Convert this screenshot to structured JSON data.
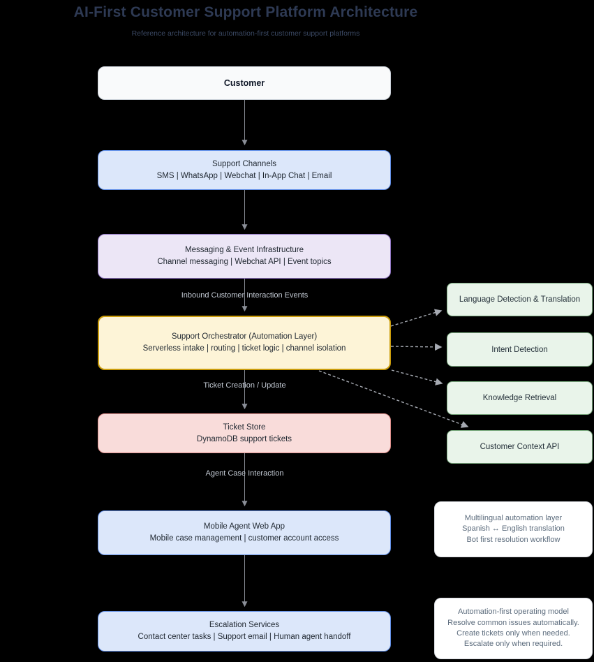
{
  "header": {
    "title": "AI-First Customer Support Platform Architecture",
    "subtitle": "Reference architecture for automation-first customer support platforms"
  },
  "flow_nodes": [
    {
      "id": "customer",
      "label": "Customer",
      "sublabel": "",
      "fill": "#f9fafb",
      "border": "#ccd2da"
    },
    {
      "id": "support-channels",
      "label": "Support Channels",
      "sublabel": "SMS | WhatsApp | Webchat | In-App Chat | Email",
      "fill": "#dce7fa",
      "border": "#6290e8"
    },
    {
      "id": "messaging-event-infrastructure",
      "label": "Messaging & Event Infrastructure",
      "sublabel": "Channel messaging | Webchat API | Event topics",
      "fill": "#ece6f6",
      "border": "#9377c6"
    },
    {
      "id": "support-orchestrator",
      "label": "Support Orchestrator (Automation Layer)",
      "sublabel": "Serverless intake | routing | ticket logic | channel isolation",
      "fill": "#fdf4d7",
      "border": "#cb9d0c"
    },
    {
      "id": "ticket-store",
      "label": "Ticket Store",
      "sublabel": "DynamoDB support tickets",
      "fill": "#f9dcda",
      "border": "#df8f8c"
    },
    {
      "id": "mobile-agent-web-app",
      "label": "Mobile Agent Web App",
      "sublabel": "Mobile case management | customer account access",
      "fill": "#dce7fa",
      "border": "#6290e8"
    },
    {
      "id": "escalation-services",
      "label": "Escalation Services",
      "sublabel": "Contact center tasks | Support email | Human agent handoff",
      "fill": "#dce7fa",
      "border": "#6290e8"
    }
  ],
  "edge_labels": [
    {
      "text": "Inbound Customer Interaction Events"
    },
    {
      "text": "Ticket Creation / Update"
    },
    {
      "text": "Agent Case Interaction"
    }
  ],
  "ai_services": [
    {
      "label": "Language Detection & Translation"
    },
    {
      "label": "Intent Detection"
    },
    {
      "label": "Knowledge Retrieval"
    },
    {
      "label": "Customer Context API"
    }
  ],
  "notes": [
    {
      "lines": [
        "Multilingual automation layer",
        "Spanish ↔ English translation",
        "Bot first resolution workflow"
      ]
    },
    {
      "lines": [
        "Automation-first operating model",
        "Resolve common issues automatically.",
        "Create tickets only when needed.",
        "Escalate only when required."
      ]
    }
  ],
  "colors": {
    "background": "#000000",
    "title_text": "#2e3a54",
    "subtitle_text": "#3b4964",
    "node_text": "#1f2730",
    "edge_label_text": "#c3cad4",
    "solid_arrow": "#8b8f98",
    "dashed_arrow": "#a6aab2",
    "service_fill": "#e9f4ea",
    "service_border": "#7cab80",
    "note_fill": "#ffffff",
    "note_text": "#5b6b7c"
  }
}
